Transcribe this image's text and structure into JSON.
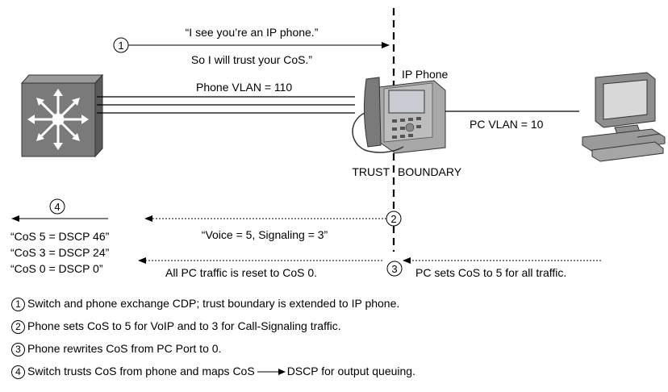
{
  "step_numbers": [
    "1",
    "2",
    "3",
    "4"
  ],
  "labels": {
    "quote_line1": "“I see you’re an IP phone.”",
    "quote_line2": "So I will trust your CoS.”",
    "ip_phone": "IP Phone",
    "phone_vlan": "Phone VLAN = 110",
    "pc_vlan": "PC VLAN = 10",
    "trust": "TRUST",
    "boundary": "BOUNDARY",
    "voice_signaling": "“Voice = 5, Signaling = 3”",
    "map1": "“CoS 5 = DSCP 46”",
    "map2": "“CoS 3 = DSCP 24”",
    "map3": "“CoS 0 = DSCP 0”",
    "pc_reset": "All PC traffic is reset to CoS 0.",
    "pc_sets": "PC sets CoS to 5 for all traffic."
  },
  "legend": [
    {
      "num": "1",
      "text": "Switch and phone exchange CDP; trust boundary is extended to IP phone."
    },
    {
      "num": "2",
      "text": "Phone sets CoS to 5 for VoIP and to 3 for Call-Signaling traffic."
    },
    {
      "num": "3",
      "text": "Phone rewrites CoS from PC Port to 0."
    },
    {
      "num": "4",
      "text_before": "Switch trusts CoS from phone and maps CoS",
      "text_after": "DSCP for output queuing."
    }
  ],
  "icons": [
    "switch-icon",
    "ip-phone-icon",
    "pc-icon"
  ],
  "colors": {
    "switch_face": "#7a7a7a",
    "switch_side": "#5a5a5a",
    "device_gray": "#9a9a9a",
    "screen": "#c8ccd2"
  }
}
